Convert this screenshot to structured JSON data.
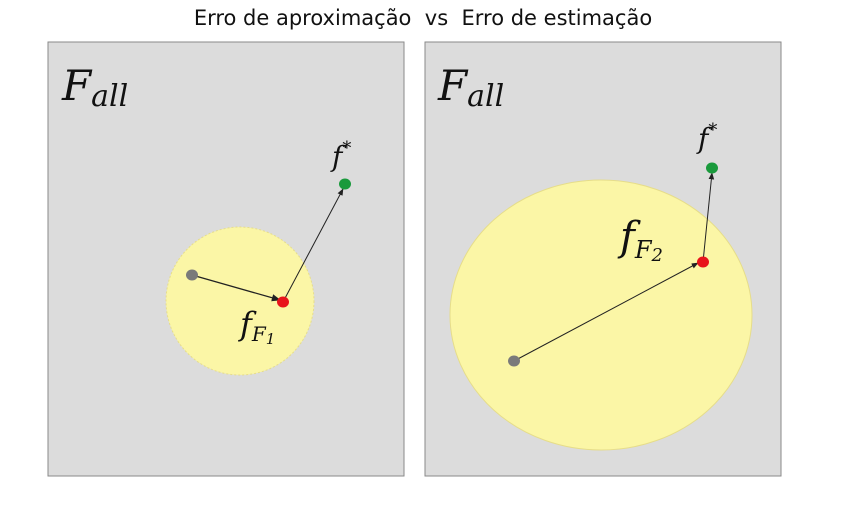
{
  "title": {
    "left": "Erro de aproximação",
    "sep": "vs",
    "right": "Erro de estimação"
  },
  "panels": [
    {
      "space_label": {
        "script": "F",
        "sub": "all"
      },
      "target_label": {
        "main": "f",
        "sup": "*"
      },
      "best_label": {
        "main": "f",
        "sub_script": "F",
        "sub_index": "1"
      }
    },
    {
      "space_label": {
        "script": "F",
        "sub": "all"
      },
      "target_label": {
        "main": "f",
        "sup": "*"
      },
      "best_label": {
        "main": "f",
        "sub_script": "F",
        "sub_index": "2"
      }
    }
  ],
  "colors": {
    "panel_bg": "#dcdcdc",
    "panel_border": "#8a8a8a",
    "hypothesis_set": "#fbf6a6",
    "start_point": "#7a7a7a",
    "best_point": "#e8141b",
    "target_point": "#1a9a3c",
    "arrow": "#222222"
  }
}
